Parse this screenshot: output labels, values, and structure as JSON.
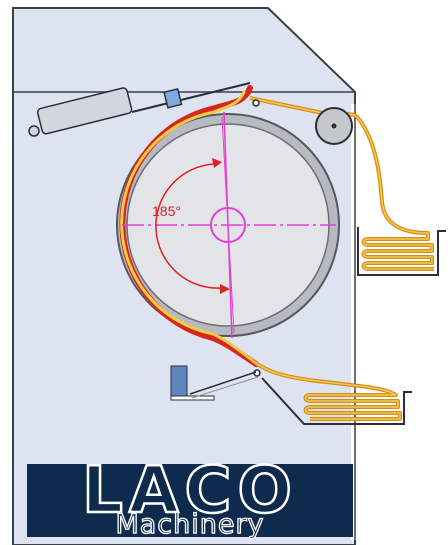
{
  "diagram": {
    "angle_label": "185°"
  },
  "logo": {
    "line1": "LACO",
    "line2": "Machinery"
  },
  "colors": {
    "background": "#ffffff",
    "housing_fill": "#dde3f0",
    "housing_stroke": "#3a3f48",
    "drum_outer": "#8a8f98",
    "drum_fill": "#e2e4e8",
    "belt_red": "#d8261b",
    "belt_yellow": "#f2cc48",
    "belt_orange": "#d98c1e",
    "centerline": "#e83cd6",
    "arrow_red": "#dd2222",
    "cylinder_fill": "#d2d6de",
    "bracket_blue": "#5b86c0",
    "logo_bg": "#0e2a4d",
    "logo_stroke": "#ffffff"
  }
}
